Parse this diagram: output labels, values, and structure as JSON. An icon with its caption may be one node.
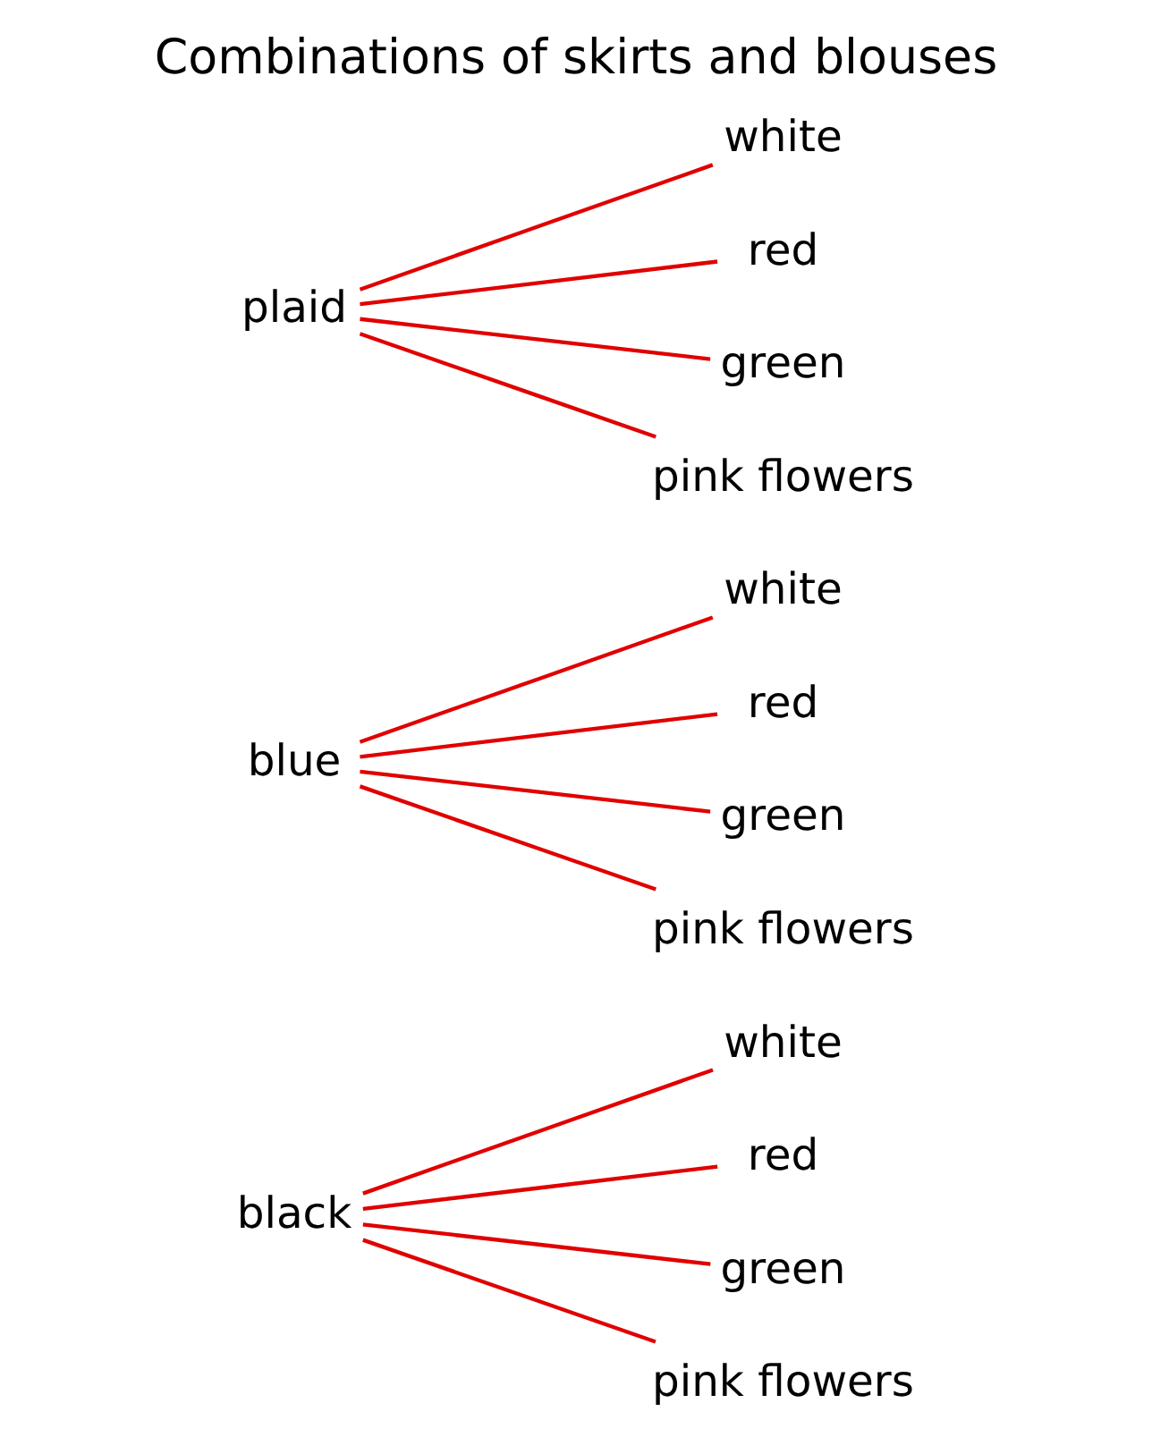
{
  "diagram": {
    "title": "Combinations of skirts and blouses",
    "nodes": [
      {
        "text": [
          "black"
        ]
      },
      {
        "text": [
          "white"
        ]
      },
      {
        "text": [
          "red"
        ]
      },
      {
        "text": [
          "green"
        ]
      },
      {
        "text": [
          "pink flowers"
        ]
      },
      {
        "text": [
          "blue"
        ]
      },
      {
        "text": [
          "white"
        ]
      },
      {
        "text": [
          "red"
        ]
      },
      {
        "text": [
          "green"
        ]
      },
      {
        "text": [
          "pink flowers"
        ]
      },
      {
        "text": [
          "plaid"
        ]
      },
      {
        "text": [
          "white"
        ]
      },
      {
        "text": [
          "red"
        ]
      },
      {
        "text": [
          "green"
        ]
      },
      {
        "text": [
          "pink flowers"
        ]
      }
    ],
    "edges": [
      {
        "from": 0,
        "to": 1,
        "arrow": "none"
      },
      {
        "from": 0,
        "to": 2,
        "arrow": "none"
      },
      {
        "from": 0,
        "to": 3,
        "arrow": "none"
      },
      {
        "from": 0,
        "to": 4,
        "arrow": "none"
      },
      {
        "from": 5,
        "to": 6,
        "arrow": "none"
      },
      {
        "from": 5,
        "to": 7,
        "arrow": "none"
      },
      {
        "from": 5,
        "to": 8,
        "arrow": "none"
      },
      {
        "from": 5,
        "to": 9,
        "arrow": "none"
      },
      {
        "from": 10,
        "to": 11,
        "arrow": "none"
      },
      {
        "from": 10,
        "to": 12,
        "arrow": "none"
      },
      {
        "from": 10,
        "to": 13,
        "arrow": "none"
      },
      {
        "from": 10,
        "to": 14,
        "arrow": "none"
      }
    ]
  }
}
